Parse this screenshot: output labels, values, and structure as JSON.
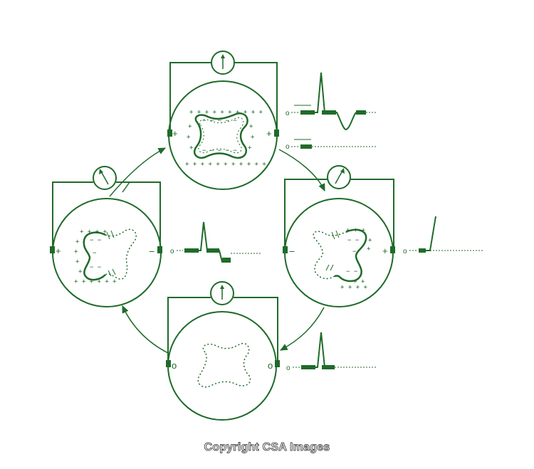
{
  "colors": {
    "ink": "#1f6b2a",
    "ink_fill": "#1f7a2c",
    "copyright_outline": "#555555"
  },
  "labels": {
    "top": {
      "left": "+",
      "right": "+"
    },
    "left": {
      "left": "+",
      "right": "−"
    },
    "right": {
      "left": "−",
      "right": "+"
    },
    "bottom": {
      "left": "o",
      "right": "o"
    }
  },
  "trace_zero": "o",
  "meter_icon": "galvanometer-dial-icon",
  "copyright": "Copyright CSA Images"
}
